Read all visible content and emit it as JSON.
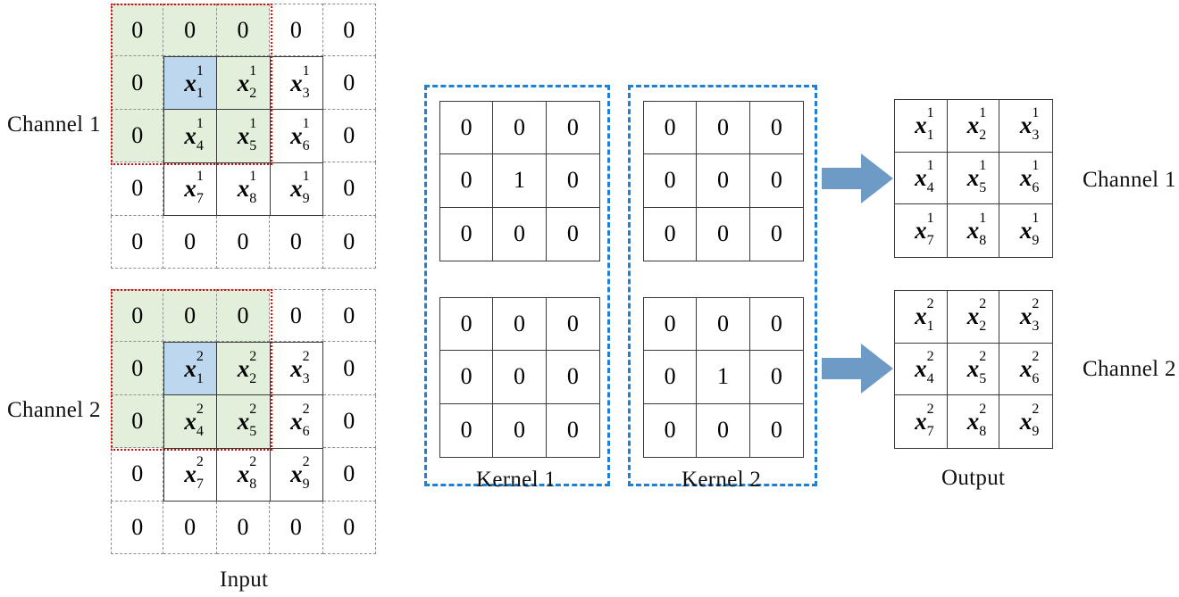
{
  "diagram": {
    "title": "Multi-channel convolution with identity kernels",
    "colors": {
      "highlight_green": "#E2EFDA",
      "highlight_blue": "#BDD7EE",
      "receptive_field_border": "#FF0000",
      "kernel_box_border": "#1F7FD4",
      "arrow_fill": "#6E9BC5",
      "grid_solid": "#3A3A3A",
      "grid_dashed": "#8D8D8D"
    }
  },
  "input": {
    "caption": "Input",
    "channels": [
      {
        "label": "Channel 1",
        "superscript": "1",
        "rows": [
          [
            {
              "text": "0",
              "kind": "pad",
              "fill": "green"
            },
            {
              "text": "0",
              "kind": "pad",
              "fill": "green"
            },
            {
              "text": "0",
              "kind": "pad",
              "fill": "green"
            },
            {
              "text": "0",
              "kind": "pad",
              "fill": "none"
            },
            {
              "text": "0",
              "kind": "pad",
              "fill": "none"
            }
          ],
          [
            {
              "text": "0",
              "kind": "pad",
              "fill": "green"
            },
            {
              "text": "x",
              "sub": "1",
              "sup": "1",
              "kind": "data",
              "fill": "blue"
            },
            {
              "text": "x",
              "sub": "2",
              "sup": "1",
              "kind": "data",
              "fill": "green"
            },
            {
              "text": "x",
              "sub": "3",
              "sup": "1",
              "kind": "data",
              "fill": "none"
            },
            {
              "text": "0",
              "kind": "pad",
              "fill": "none"
            }
          ],
          [
            {
              "text": "0",
              "kind": "pad",
              "fill": "green"
            },
            {
              "text": "x",
              "sub": "4",
              "sup": "1",
              "kind": "data",
              "fill": "green"
            },
            {
              "text": "x",
              "sub": "5",
              "sup": "1",
              "kind": "data",
              "fill": "green"
            },
            {
              "text": "x",
              "sub": "6",
              "sup": "1",
              "kind": "data",
              "fill": "none"
            },
            {
              "text": "0",
              "kind": "pad",
              "fill": "none"
            }
          ],
          [
            {
              "text": "0",
              "kind": "pad",
              "fill": "none"
            },
            {
              "text": "x",
              "sub": "7",
              "sup": "1",
              "kind": "data",
              "fill": "none"
            },
            {
              "text": "x",
              "sub": "8",
              "sup": "1",
              "kind": "data",
              "fill": "none"
            },
            {
              "text": "x",
              "sub": "9",
              "sup": "1",
              "kind": "data",
              "fill": "none"
            },
            {
              "text": "0",
              "kind": "pad",
              "fill": "none"
            }
          ],
          [
            {
              "text": "0",
              "kind": "pad",
              "fill": "none"
            },
            {
              "text": "0",
              "kind": "pad",
              "fill": "none"
            },
            {
              "text": "0",
              "kind": "pad",
              "fill": "none"
            },
            {
              "text": "0",
              "kind": "pad",
              "fill": "none"
            },
            {
              "text": "0",
              "kind": "pad",
              "fill": "none"
            }
          ]
        ]
      },
      {
        "label": "Channel 2",
        "superscript": "2",
        "rows": [
          [
            {
              "text": "0",
              "kind": "pad",
              "fill": "green"
            },
            {
              "text": "0",
              "kind": "pad",
              "fill": "green"
            },
            {
              "text": "0",
              "kind": "pad",
              "fill": "green"
            },
            {
              "text": "0",
              "kind": "pad",
              "fill": "none"
            },
            {
              "text": "0",
              "kind": "pad",
              "fill": "none"
            }
          ],
          [
            {
              "text": "0",
              "kind": "pad",
              "fill": "green"
            },
            {
              "text": "x",
              "sub": "1",
              "sup": "2",
              "kind": "data",
              "fill": "blue"
            },
            {
              "text": "x",
              "sub": "2",
              "sup": "2",
              "kind": "data",
              "fill": "green"
            },
            {
              "text": "x",
              "sub": "3",
              "sup": "2",
              "kind": "data",
              "fill": "none"
            },
            {
              "text": "0",
              "kind": "pad",
              "fill": "none"
            }
          ],
          [
            {
              "text": "0",
              "kind": "pad",
              "fill": "green"
            },
            {
              "text": "x",
              "sub": "4",
              "sup": "2",
              "kind": "data",
              "fill": "green"
            },
            {
              "text": "x",
              "sub": "5",
              "sup": "2",
              "kind": "data",
              "fill": "green"
            },
            {
              "text": "x",
              "sub": "6",
              "sup": "2",
              "kind": "data",
              "fill": "none"
            },
            {
              "text": "0",
              "kind": "pad",
              "fill": "none"
            }
          ],
          [
            {
              "text": "0",
              "kind": "pad",
              "fill": "none"
            },
            {
              "text": "x",
              "sub": "7",
              "sup": "2",
              "kind": "data",
              "fill": "none"
            },
            {
              "text": "x",
              "sub": "8",
              "sup": "2",
              "kind": "data",
              "fill": "none"
            },
            {
              "text": "x",
              "sub": "9",
              "sup": "2",
              "kind": "data",
              "fill": "none"
            },
            {
              "text": "0",
              "kind": "pad",
              "fill": "none"
            }
          ],
          [
            {
              "text": "0",
              "kind": "pad",
              "fill": "none"
            },
            {
              "text": "0",
              "kind": "pad",
              "fill": "none"
            },
            {
              "text": "0",
              "kind": "pad",
              "fill": "none"
            },
            {
              "text": "0",
              "kind": "pad",
              "fill": "none"
            },
            {
              "text": "0",
              "kind": "pad",
              "fill": "none"
            }
          ]
        ]
      }
    ]
  },
  "kernels": [
    {
      "label": "Kernel 1",
      "grids": [
        {
          "row_index": 0,
          "active": true,
          "values": [
            [
              "0",
              "0",
              "0"
            ],
            [
              "0",
              "1",
              "0"
            ],
            [
              "0",
              "0",
              "0"
            ]
          ],
          "fills": [
            [
              "green",
              "green",
              "green"
            ],
            [
              "green",
              "blue",
              "green"
            ],
            [
              "green",
              "green",
              "green"
            ]
          ]
        },
        {
          "row_index": 1,
          "active": false,
          "values": [
            [
              "0",
              "0",
              "0"
            ],
            [
              "0",
              "0",
              "0"
            ],
            [
              "0",
              "0",
              "0"
            ]
          ],
          "fills": [
            [
              "none",
              "none",
              "none"
            ],
            [
              "none",
              "none",
              "none"
            ],
            [
              "none",
              "none",
              "none"
            ]
          ]
        }
      ]
    },
    {
      "label": "Kernel 2",
      "grids": [
        {
          "row_index": 0,
          "active": false,
          "values": [
            [
              "0",
              "0",
              "0"
            ],
            [
              "0",
              "0",
              "0"
            ],
            [
              "0",
              "0",
              "0"
            ]
          ],
          "fills": [
            [
              "none",
              "none",
              "none"
            ],
            [
              "none",
              "none",
              "none"
            ],
            [
              "none",
              "none",
              "none"
            ]
          ]
        },
        {
          "row_index": 1,
          "active": true,
          "values": [
            [
              "0",
              "0",
              "0"
            ],
            [
              "0",
              "1",
              "0"
            ],
            [
              "0",
              "0",
              "0"
            ]
          ],
          "fills": [
            [
              "green",
              "green",
              "green"
            ],
            [
              "green",
              "blue",
              "green"
            ],
            [
              "green",
              "green",
              "green"
            ]
          ]
        }
      ]
    }
  ],
  "output": {
    "caption": "Output",
    "channels": [
      {
        "label": "Channel 1",
        "superscript": "1",
        "rows": [
          [
            {
              "text": "x",
              "sub": "1",
              "sup": "1"
            },
            {
              "text": "x",
              "sub": "2",
              "sup": "1"
            },
            {
              "text": "x",
              "sub": "3",
              "sup": "1"
            }
          ],
          [
            {
              "text": "x",
              "sub": "4",
              "sup": "1"
            },
            {
              "text": "x",
              "sub": "5",
              "sup": "1"
            },
            {
              "text": "x",
              "sub": "6",
              "sup": "1"
            }
          ],
          [
            {
              "text": "x",
              "sub": "7",
              "sup": "1"
            },
            {
              "text": "x",
              "sub": "8",
              "sup": "1"
            },
            {
              "text": "x",
              "sub": "9",
              "sup": "1"
            }
          ]
        ]
      },
      {
        "label": "Channel 2",
        "superscript": "2",
        "rows": [
          [
            {
              "text": "x",
              "sub": "1",
              "sup": "2"
            },
            {
              "text": "x",
              "sub": "2",
              "sup": "2"
            },
            {
              "text": "x",
              "sub": "3",
              "sup": "2"
            }
          ],
          [
            {
              "text": "x",
              "sub": "4",
              "sup": "2"
            },
            {
              "text": "x",
              "sub": "5",
              "sup": "2"
            },
            {
              "text": "x",
              "sub": "6",
              "sup": "2"
            }
          ],
          [
            {
              "text": "x",
              "sub": "7",
              "sup": "2"
            },
            {
              "text": "x",
              "sub": "8",
              "sup": "2"
            },
            {
              "text": "x",
              "sub": "9",
              "sup": "2"
            }
          ]
        ]
      }
    ]
  }
}
